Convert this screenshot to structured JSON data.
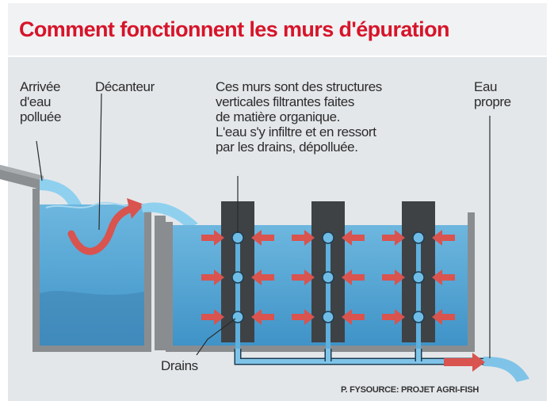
{
  "title": "Comment fonctionnent les murs d'épuration",
  "labels": {
    "inlet": "Arrivée\nd'eau\npolluée",
    "settler": "Décanteur",
    "walls_description": "Ces murs sont des structures\nverticales filtrantes faites\nde matière organique.\nL'eau s'y infiltre et en ressort\npar les drains, dépolluée.",
    "clean_water": "Eau\npropre",
    "drains": "Drains"
  },
  "source": "P. FYSOURCE: PROJET AGRI-FISH",
  "colors": {
    "title_red": "#d7142a",
    "water": "#54a7d6",
    "water_dark": "#3d8fc4",
    "wall": "#3f4245",
    "arrow": "#d9534f",
    "tank": "#8a8d90",
    "pipe": "#7fc4e8"
  }
}
